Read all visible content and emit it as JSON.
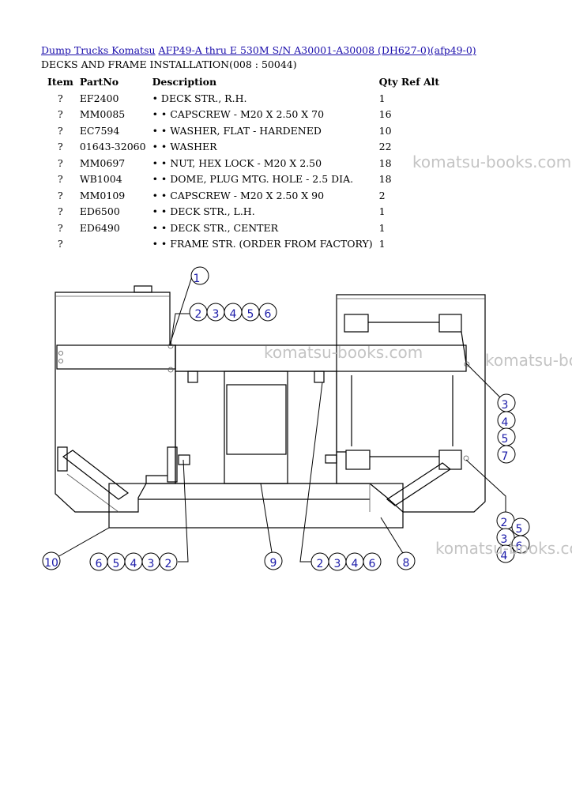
{
  "breadcrumb": {
    "link1": "Dump Trucks Komatsu",
    "link2": "AFP49-A thru E 530M S/N A30001-A30008 (DH627-0)(afp49-0)"
  },
  "subtitle": "DECKS AND FRAME INSTALLATION(008 : 50044)",
  "table": {
    "headers": {
      "item": "Item",
      "partno": "PartNo",
      "description": "Description",
      "qty": "Qty Ref Alt"
    },
    "rows": [
      {
        "item": "?",
        "partno": "EF2400",
        "description": "• DECK STR., R.H.",
        "qty": "1"
      },
      {
        "item": "?",
        "partno": "MM0085",
        "description": "• • CAPSCREW - M20 X 2.50 X 70",
        "qty": "16"
      },
      {
        "item": "?",
        "partno": "EC7594",
        "description": "• • WASHER, FLAT - HARDENED",
        "qty": "10"
      },
      {
        "item": "?",
        "partno": "01643-32060",
        "description": "• • WASHER",
        "qty": "22"
      },
      {
        "item": "?",
        "partno": "MM0697",
        "description": "• • NUT, HEX LOCK - M20 X 2.50",
        "qty": "18"
      },
      {
        "item": "?",
        "partno": "WB1004",
        "description": "• • DOME, PLUG MTG. HOLE - 2.5 DIA.",
        "qty": "18"
      },
      {
        "item": "?",
        "partno": "MM0109",
        "description": "• • CAPSCREW - M20 X 2.50 X 90",
        "qty": "2"
      },
      {
        "item": "?",
        "partno": "ED6500",
        "description": "• • DECK STR., L.H.",
        "qty": "1"
      },
      {
        "item": "?",
        "partno": "ED6490",
        "description": "• • DECK STR., CENTER",
        "qty": "1"
      },
      {
        "item": "?",
        "partno": "",
        "description": "• • FRAME STR. (ORDER FROM FACTORY)",
        "qty": "1"
      }
    ]
  },
  "watermark": "komatsu-books.com",
  "callouts": {
    "c1": "1",
    "c2": "2",
    "c3": "3",
    "c4": "4",
    "c5": "5",
    "c6": "6",
    "c7": "7",
    "c8": "8",
    "c9": "9",
    "c10": "10"
  }
}
